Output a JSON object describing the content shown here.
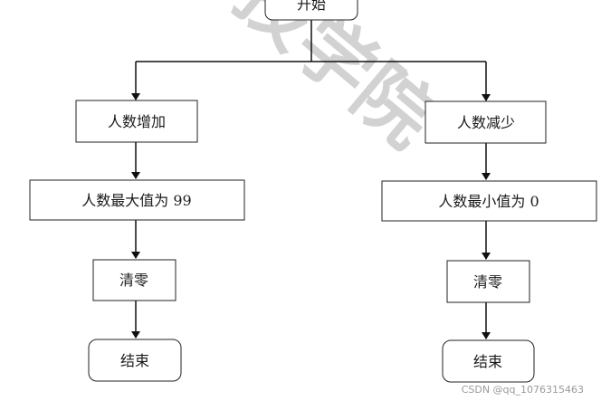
{
  "watermark": {
    "text": "技学院",
    "color": "#d2d2d2"
  },
  "nodes": {
    "start": "开始",
    "increase": "人数增加",
    "max": "人数最大值为 99",
    "clear_left": "清零",
    "end_left": "结束",
    "decrease": "人数减少",
    "min": "人数最小值为 0",
    "clear_right": "清零",
    "end_right": "结束"
  },
  "credit": "CSDN @qq_1076315463",
  "colors": {
    "stroke": "#222222",
    "arrow": "#111111",
    "text": "#1a1a1a"
  }
}
